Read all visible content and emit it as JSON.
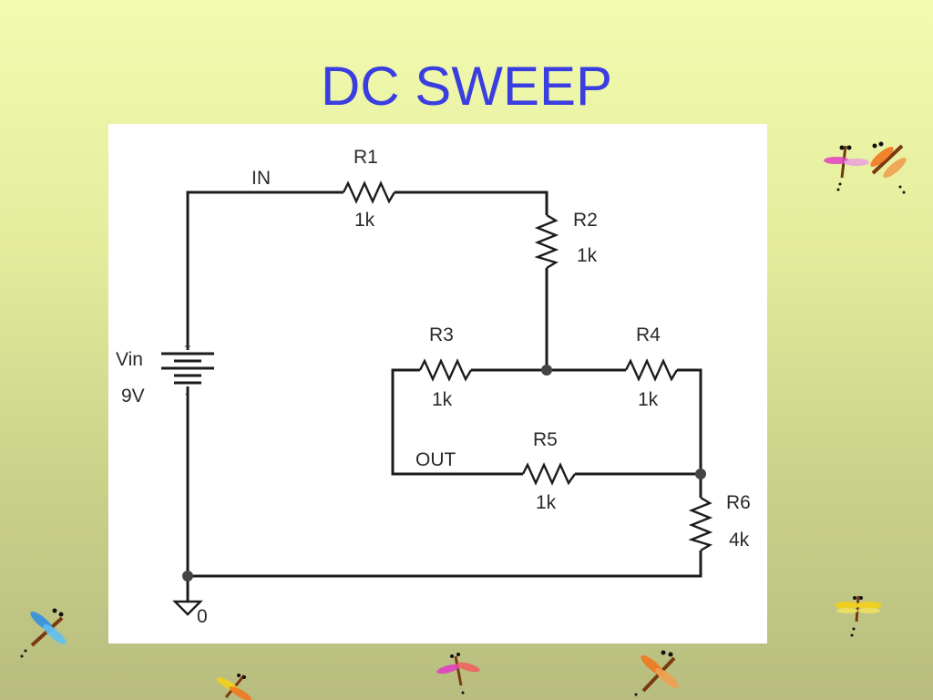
{
  "slide": {
    "title": "DC SWEEP"
  },
  "circuit": {
    "source": {
      "name": "Vin",
      "value": "9V",
      "plus": "+",
      "minus": "-"
    },
    "nets": {
      "in": "IN",
      "out": "OUT",
      "ground": "0"
    },
    "resistors": {
      "r1": {
        "name": "R1",
        "value": "1k"
      },
      "r2": {
        "name": "R2",
        "value": "1k"
      },
      "r3": {
        "name": "R3",
        "value": "1k"
      },
      "r4": {
        "name": "R4",
        "value": "1k"
      },
      "r5": {
        "name": "R5",
        "value": "1k"
      },
      "r6": {
        "name": "R6",
        "value": "4k"
      }
    }
  },
  "decor": {
    "dragonfly_colors": [
      "#e040c0",
      "#f07820",
      "#3090e0",
      "#f0d020",
      "#f06060"
    ]
  }
}
